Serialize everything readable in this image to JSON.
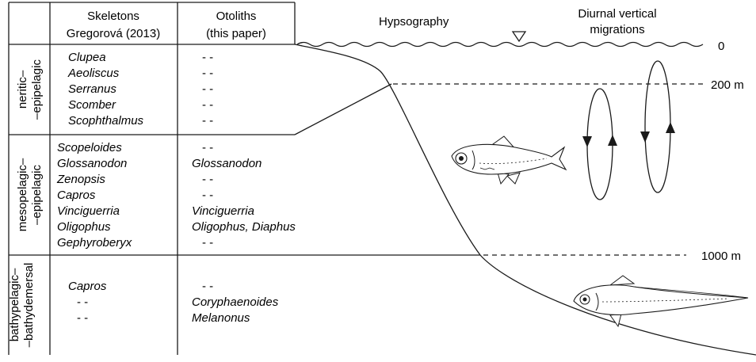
{
  "headers": {
    "skeletons_line1": "Skeletons",
    "skeletons_line2": "Gregorová (2013)",
    "otoliths_line1": "Otoliths",
    "otoliths_line2": "(this paper)",
    "hypsography": "Hypsography",
    "migration_line1": "Diurnal vertical",
    "migration_line2": "migrations"
  },
  "zones": [
    {
      "line1": "neritic–",
      "line2": "–epipelagic"
    },
    {
      "line1": "mesopelagic–",
      "line2": "–epipelagic"
    },
    {
      "line1": "bathypelagic–",
      "line2": "–bathydemersal"
    }
  ],
  "rows": {
    "neritic": [
      {
        "skeleton": "Clupea",
        "otolith": "- -"
      },
      {
        "skeleton": "Aeoliscus",
        "otolith": "- -"
      },
      {
        "skeleton": "Serranus",
        "otolith": "- -"
      },
      {
        "skeleton": "Scomber",
        "otolith": "- -"
      },
      {
        "skeleton": "Scophthalmus",
        "otolith": "- -"
      }
    ],
    "meso": [
      {
        "skeleton": "Scopeloides",
        "otolith": "- -"
      },
      {
        "skeleton": "Glossanodon",
        "otolith": "Glossanodon"
      },
      {
        "skeleton": "Zenopsis",
        "otolith": "- -"
      },
      {
        "skeleton": "Capros",
        "otolith": "- -"
      },
      {
        "skeleton": "Vinciguerria",
        "otolith": "Vinciguerria"
      },
      {
        "skeleton": "Oligophus",
        "otolith": "Oligophus, Diaphus"
      },
      {
        "skeleton": "Gephyroberyx",
        "otolith": "- -"
      }
    ],
    "bathy": [
      {
        "skeleton": "Capros",
        "otolith": "- -"
      },
      {
        "skeleton": "- -",
        "otolith": "Coryphaenoides"
      },
      {
        "skeleton": "- -",
        "otolith": "Melanonus"
      }
    ]
  },
  "depths": {
    "surface": "0",
    "shelf": "200 m",
    "deep": "1000 m"
  },
  "icons": {
    "water_level": "inverted-triangle-icon",
    "lanternfish": "lanternfish-icon",
    "grenadier": "grenadier-icon"
  }
}
